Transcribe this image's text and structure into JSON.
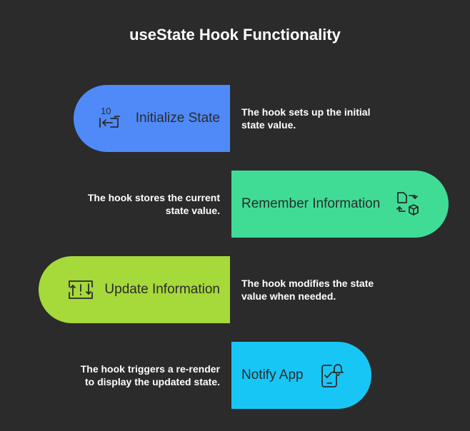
{
  "title": "useState Hook Functionality",
  "steps": [
    {
      "label": "Initialize State",
      "description": "The hook sets up the initial state value.",
      "icon": "initialize-icon",
      "color": "#4f8af8",
      "icon_text": "10"
    },
    {
      "label": "Remember Information",
      "description": "The hook stores the current state value.",
      "icon": "exchange-icon",
      "color": "#40dc96"
    },
    {
      "label": "Update Information",
      "description": "The hook modifies the state value when needed.",
      "icon": "update-icon",
      "color": "#a6d93a"
    },
    {
      "label": "Notify App",
      "description": "The hook triggers a re-render to display the updated state.",
      "icon": "phone-notification-icon",
      "color": "#18c6f6"
    }
  ]
}
